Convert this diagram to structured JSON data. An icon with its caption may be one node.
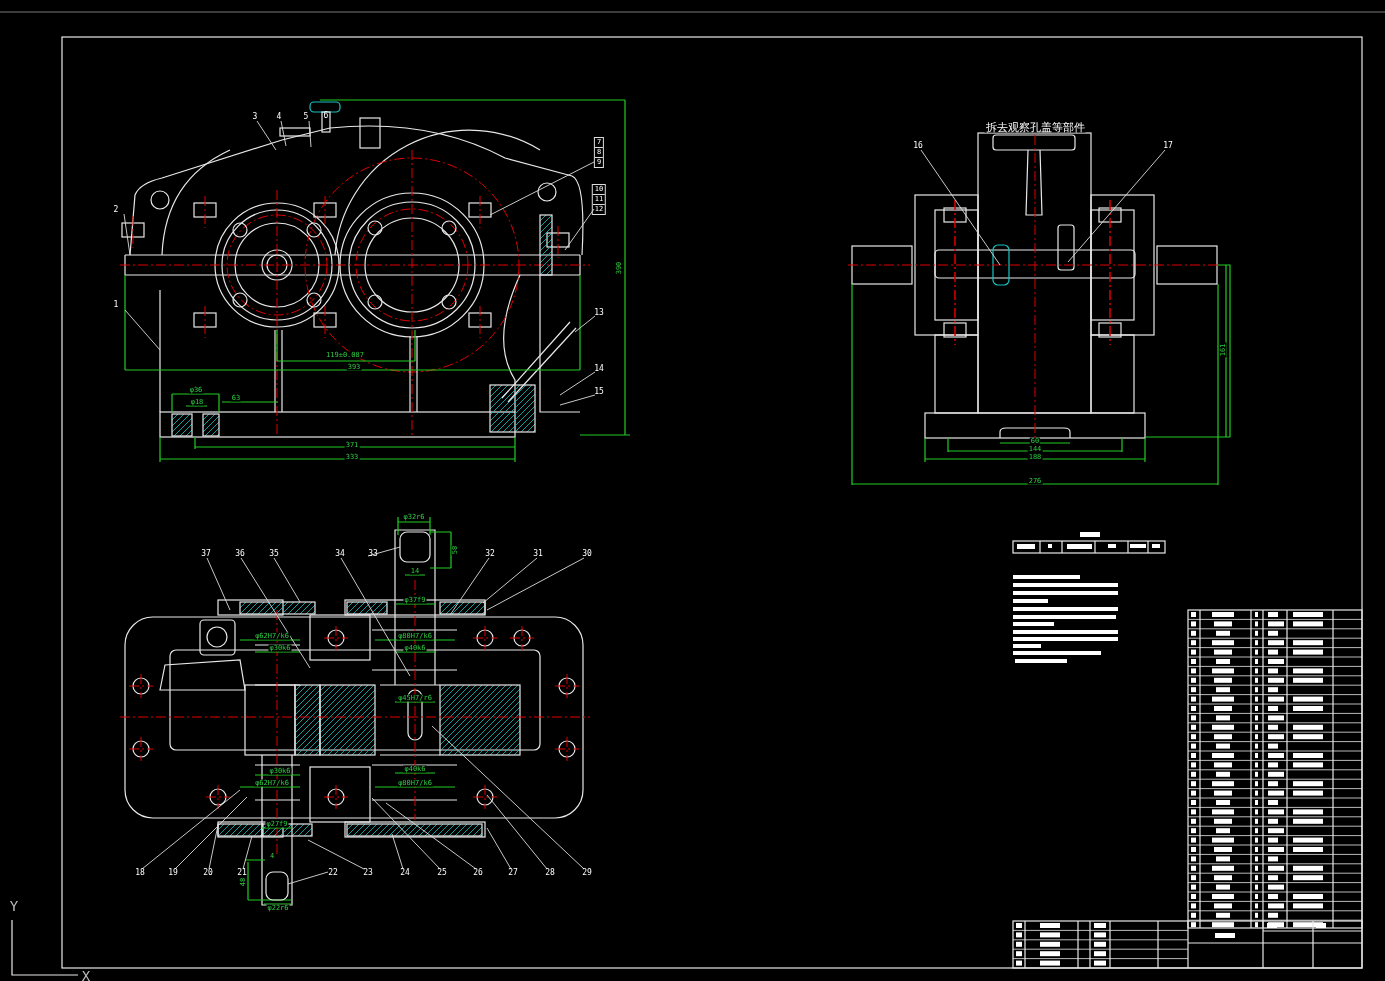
{
  "diagram": {
    "nodes": [
      {
        "text": [
          "1"
        ]
      },
      {
        "text": [
          "2"
        ]
      },
      {
        "text": [
          "3"
        ]
      },
      {
        "text": [
          "4"
        ]
      },
      {
        "text": [
          "5"
        ]
      },
      {
        "text": [
          "7",
          "8",
          "9"
        ]
      },
      {
        "text": [
          "10",
          "11",
          "12"
        ]
      },
      {
        "text": [
          "13"
        ]
      },
      {
        "text": [
          "14"
        ]
      },
      {
        "text": [
          "15"
        ]
      },
      {
        "text": [
          "16"
        ]
      },
      {
        "text": [
          "17"
        ]
      },
      {
        "text": [
          "37"
        ]
      },
      {
        "text": [
          "36"
        ]
      },
      {
        "text": [
          "35"
        ]
      },
      {
        "text": [
          "34"
        ]
      },
      {
        "text": [
          "33"
        ]
      },
      {
        "text": [
          "32"
        ]
      },
      {
        "text": [
          "31"
        ]
      },
      {
        "text": [
          "30"
        ]
      },
      {
        "text": [
          "18"
        ]
      },
      {
        "text": [
          "19"
        ]
      },
      {
        "text": [
          "20"
        ]
      },
      {
        "text": [
          "21"
        ]
      },
      {
        "text": [
          "22"
        ]
      },
      {
        "text": [
          "23"
        ]
      },
      {
        "text": [
          "24"
        ]
      },
      {
        "text": [
          "25"
        ]
      },
      {
        "text": [
          "26"
        ]
      },
      {
        "text": [
          "27"
        ]
      },
      {
        "text": [
          "28"
        ]
      },
      {
        "text": [
          "29"
        ]
      },
      {
        "text": [],
        "shape": "box"
      },
      {
        "text": [],
        "shape": "box"
      }
    ],
    "edges": [
      {
        "from": 0,
        "to": null,
        "arrow": "none"
      },
      {
        "from": 1,
        "to": null,
        "arrow": "none"
      },
      {
        "from": 2,
        "to": null,
        "arrow": "none"
      },
      {
        "from": 3,
        "to": null,
        "arrow": "none"
      },
      {
        "from": 4,
        "to": null,
        "arrow": "none"
      },
      {
        "from": 5,
        "to": null,
        "arrow": "none"
      },
      {
        "from": 6,
        "to": null,
        "arrow": "none"
      },
      {
        "from": 7,
        "to": null,
        "arrow": "none"
      },
      {
        "from": 8,
        "to": null,
        "arrow": "none"
      },
      {
        "from": 9,
        "to": null,
        "arrow": "none"
      },
      {
        "from": 10,
        "to": null,
        "arrow": "none"
      },
      {
        "from": 11,
        "to": null,
        "arrow": "none"
      },
      {
        "from": 12,
        "to": null,
        "arrow": "none"
      },
      {
        "from": 13,
        "to": null,
        "arrow": "none"
      },
      {
        "from": 14,
        "to": null,
        "arrow": "none"
      },
      {
        "from": 15,
        "to": null,
        "arrow": "none"
      },
      {
        "from": 16,
        "to": 32,
        "arrow": "none"
      },
      {
        "from": 17,
        "to": null,
        "arrow": "none"
      },
      {
        "from": 18,
        "to": null,
        "arrow": "none"
      },
      {
        "from": 19,
        "to": null,
        "arrow": "none"
      },
      {
        "from": 20,
        "to": null,
        "arrow": "none"
      },
      {
        "from": 21,
        "to": null,
        "arrow": "none"
      },
      {
        "from": 22,
        "to": null,
        "arrow": "none"
      },
      {
        "from": 23,
        "to": null,
        "arrow": "none"
      },
      {
        "from": 24,
        "to": 33,
        "arrow": "none"
      },
      {
        "from": 25,
        "to": null,
        "arrow": "none"
      },
      {
        "from": 26,
        "to": null,
        "arrow": "none"
      },
      {
        "from": 27,
        "to": null,
        "arrow": "none"
      },
      {
        "from": 28,
        "to": null,
        "arrow": "none"
      },
      {
        "from": 29,
        "to": null,
        "arrow": "none"
      },
      {
        "from": 30,
        "to": null,
        "arrow": "none"
      },
      {
        "from": 31,
        "to": null,
        "arrow": "none"
      }
    ],
    "labels": [
      "6",
      "390",
      "119±0.087",
      "393",
      "φ36",
      "φ18",
      "63",
      "371",
      "333",
      "拆去观察孔盖等部件",
      "161",
      "60",
      "144",
      "188",
      "276",
      "φ32r6",
      "58",
      "14",
      "φ37f9",
      "φ62H7/k6",
      "φ80H7/k6",
      "φ30k6",
      "φ40k6",
      "φ45H7/r6",
      "φ30k6",
      "φ40k6",
      "φ62H7/k6",
      "φ80H7/k6",
      "φ27f9",
      "4",
      "48",
      "Y",
      "φ22r6",
      "X"
    ]
  }
}
